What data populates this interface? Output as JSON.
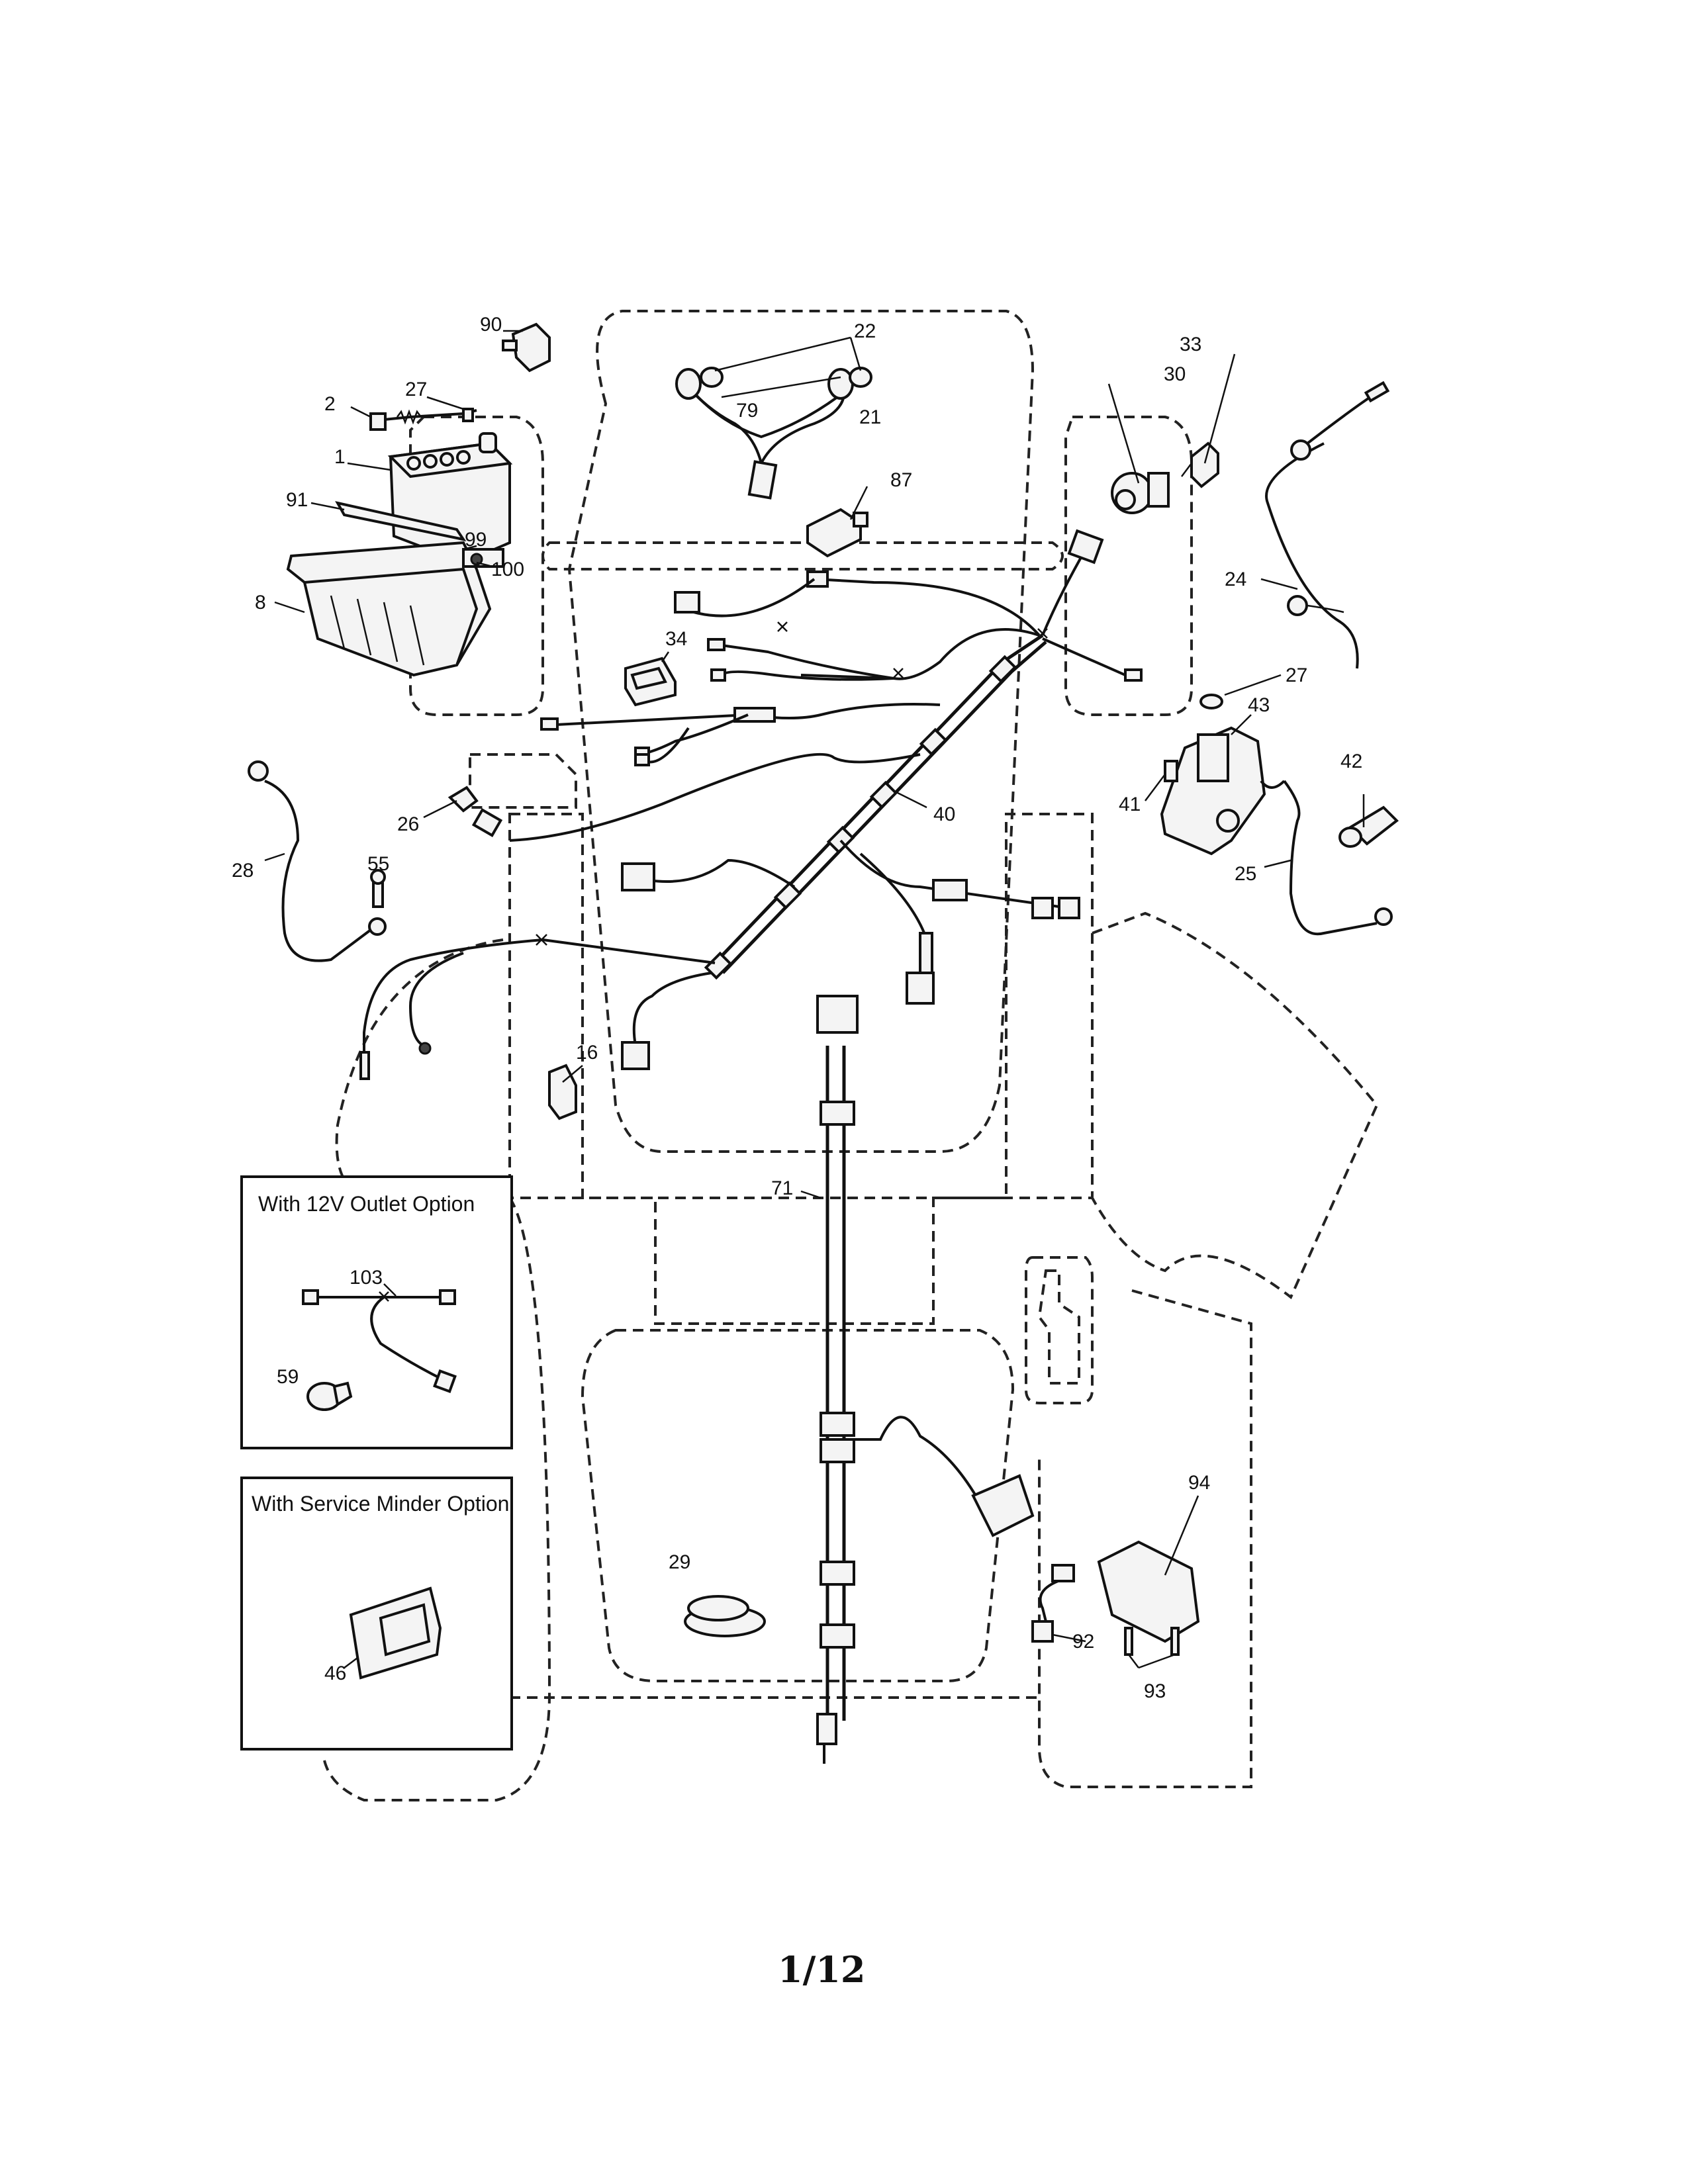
{
  "parts": {
    "p1": "1",
    "p2": "2",
    "p8": "8",
    "p16": "16",
    "p21": "21",
    "p22": "22",
    "p24": "24",
    "p25": "25",
    "p26": "26",
    "p27a": "27",
    "p27b": "27",
    "p28": "28",
    "p29": "29",
    "p30": "30",
    "p33": "33",
    "p34": "34",
    "p40": "40",
    "p41": "41",
    "p42": "42",
    "p43": "43",
    "p46": "46",
    "p55": "55",
    "p59": "59",
    "p71": "71",
    "p79": "79",
    "p87": "87",
    "p90": "90",
    "p91": "91",
    "p92": "92",
    "p93": "93",
    "p94": "94",
    "p99": "99",
    "p100": "100",
    "p103": "103"
  },
  "options": {
    "outlet_title": "With 12V Outlet Option",
    "service_title": "With Service Minder Option"
  },
  "page": {
    "number": "1/12"
  }
}
